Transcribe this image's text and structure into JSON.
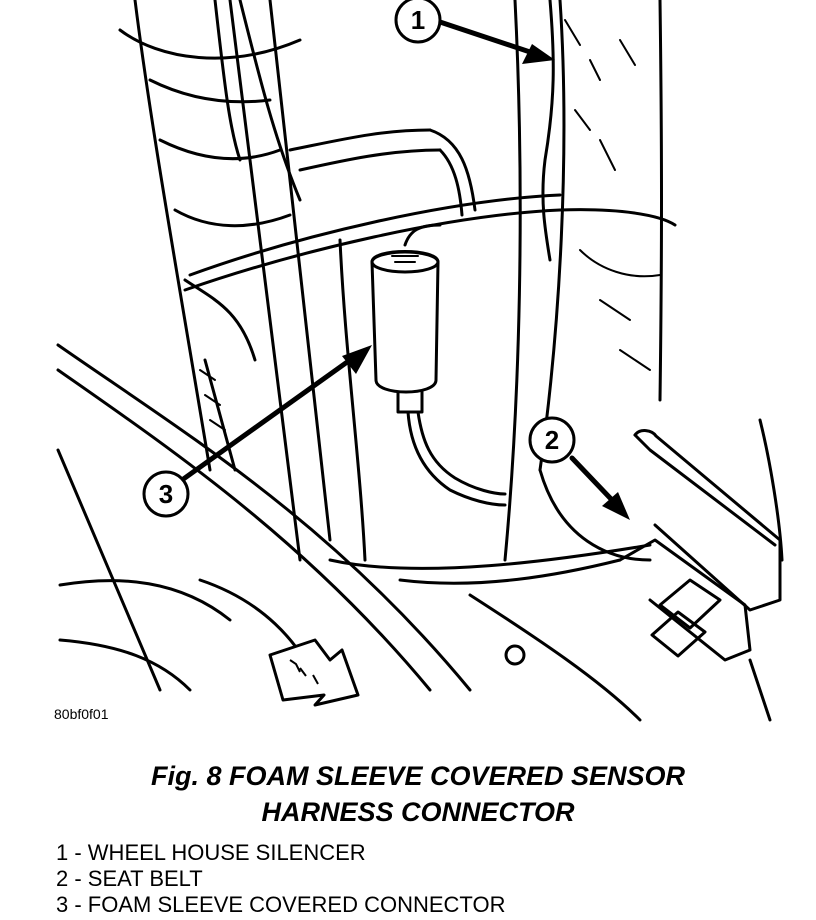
{
  "figure": {
    "id_code": "80bf0f01",
    "callouts": [
      "1",
      "2",
      "3"
    ]
  },
  "caption": {
    "line1": "Fig. 8 FOAM SLEEVE COVERED SENSOR",
    "line2": "HARNESS CONNECTOR"
  },
  "legend": [
    "1 - WHEEL HOUSE SILENCER",
    "2 - SEAT BELT",
    "3 - FOAM SLEEVE COVERED CONNECTOR"
  ]
}
